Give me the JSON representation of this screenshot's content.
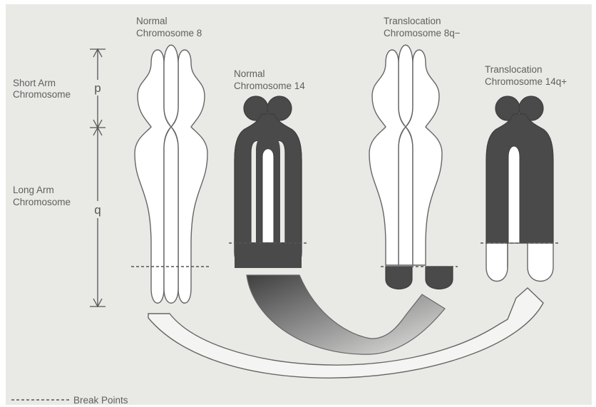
{
  "diagram": {
    "background_color": "#e9e9e6",
    "dark_color": "#4a4a4a",
    "outline_color": "#666666",
    "chromosomes": {
      "normal_8": {
        "title_line1": "Normal",
        "title_line2": "Chromosome 8"
      },
      "normal_14": {
        "title_line1": "Normal",
        "title_line2": "Chromosome 14"
      },
      "translocation_8q": {
        "title_line1": "Translocation",
        "title_line2": "Chromosome 8q−"
      },
      "translocation_14q": {
        "title_line1": "Translocation",
        "title_line2": "Chromosome 14q+"
      }
    },
    "arms": {
      "short": {
        "letter": "p",
        "label_line1": "Short Arm",
        "label_line2": "Chromosome"
      },
      "long": {
        "letter": "q",
        "label_line1": "Long Arm",
        "label_line2": "Chromosome"
      }
    },
    "legend": {
      "break_points": "Break Points"
    }
  }
}
